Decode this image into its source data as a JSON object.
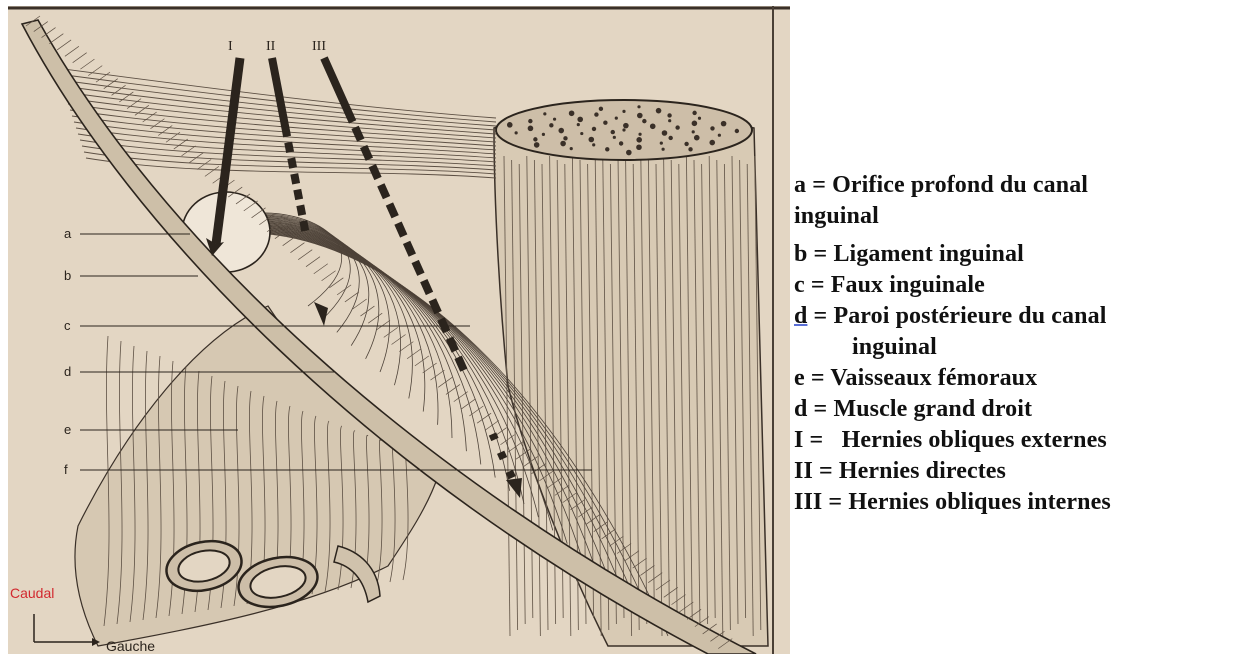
{
  "figure": {
    "colors": {
      "paper": "#e3d6c3",
      "ink": "#2b241d",
      "axis_accent": "#d2292f"
    },
    "arrow_labels": [
      "I",
      "II",
      "III"
    ],
    "part_labels": [
      "a",
      "b",
      "c",
      "d",
      "e",
      "f"
    ],
    "orientation": {
      "vertical_label": "Caudal",
      "horizontal_label": "Gauche"
    }
  },
  "legend": {
    "items": [
      {
        "key": "a",
        "eq": " = ",
        "text": "Orifice profond du canal",
        "cont": "inguinal"
      },
      {
        "key": "b",
        "eq": " = ",
        "text": "Ligament inguinal"
      },
      {
        "key": "c",
        "eq": " = ",
        "text": "Faux inguinale"
      },
      {
        "key": "d",
        "eq": " = ",
        "text": "Paroi postérieure du canal",
        "cont": "inguinal"
      },
      {
        "key": "e",
        "eq": " = ",
        "text": "Vaisseaux fémoraux"
      },
      {
        "key": "d",
        "eq": " = ",
        "text": "Muscle grand droit"
      },
      {
        "key": "I",
        "eq": " =   ",
        "text": "Hernies obliques externes"
      },
      {
        "key": "II",
        "eq": " = ",
        "text": "Hernies directes"
      },
      {
        "key": "III",
        "eq": " = ",
        "text": "Hernies obliques internes"
      }
    ]
  }
}
